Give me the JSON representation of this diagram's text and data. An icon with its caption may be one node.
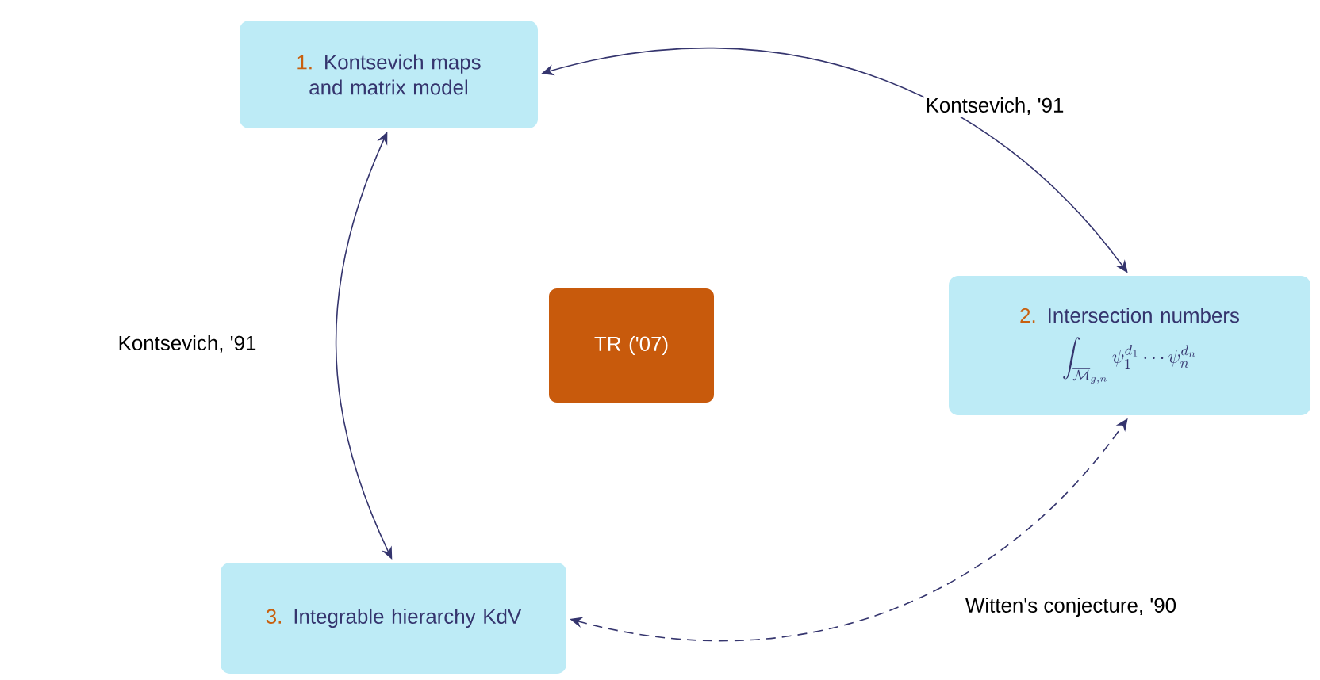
{
  "diagram": {
    "nodes": [
      {
        "text": [
          "1.",
          "Kontsevich maps and matrix model"
        ]
      },
      {
        "text": [
          "2.",
          "Intersection numbers",
          "\\int_{\\overline{\\mathcal{M}}_{g,n}} \\psi_1^{d_1}\\cdots\\psi_n^{d_n}"
        ]
      },
      {
        "text": [
          "3.",
          "Integrable hierarchy KdV"
        ]
      },
      {
        "text": [
          "TR ('07)"
        ]
      }
    ],
    "edges": [
      {
        "from": 0,
        "to": 1,
        "arrow": "both",
        "label": "Kontsevich, '91"
      },
      {
        "from": 0,
        "to": 2,
        "arrow": "both",
        "label": "Kontsevich, '91"
      },
      {
        "from": 2,
        "to": 1,
        "arrow": "both",
        "style": "dashed",
        "label": "Witten's conjecture, '90"
      }
    ]
  }
}
